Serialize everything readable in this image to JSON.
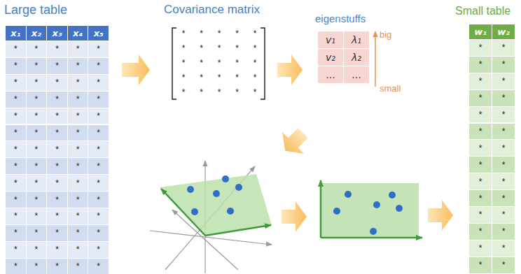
{
  "diagram": {
    "nodes": [
      {
        "text": [
          "Large table"
        ]
      },
      {
        "text": [
          "Covariance matrix"
        ]
      },
      {
        "text": [
          "eigenstuffs"
        ]
      },
      {
        "text": [
          "Small table"
        ]
      }
    ],
    "edges": [
      {
        "from": 0,
        "to": 1,
        "arrow": "to"
      },
      {
        "from": 1,
        "to": 2,
        "arrow": "to"
      }
    ],
    "labels": [
      "x₁",
      "x₂",
      "x₃",
      "x₄",
      "x₅",
      "*",
      "*",
      "*",
      "*",
      "*",
      "*",
      "*",
      "*",
      "*",
      "*",
      "*",
      "*",
      "*",
      "*",
      "*",
      "*",
      "*",
      "*",
      "*",
      "*",
      "*",
      "*",
      "*",
      "*",
      "*",
      "*",
      "*",
      "*",
      "*",
      "*",
      "*",
      "*",
      "*",
      "*",
      "*",
      "*",
      "*",
      "*",
      "*",
      "*",
      "*",
      "*",
      "*",
      "*",
      "*",
      "*",
      "*",
      "*",
      "*",
      "*",
      "*",
      "*",
      "*",
      "*",
      "*",
      "*",
      "*",
      "*",
      "*",
      "*",
      "*",
      "*",
      "*",
      "*",
      "*",
      "*",
      "*",
      "*",
      "*",
      "*",
      "*",
      "*",
      "*",
      "*",
      "*",
      "*",
      "*",
      "*",
      "*",
      "*",
      "*",
      "*",
      "*",
      "*",
      "*",
      "*",
      "*",
      "*",
      "*",
      "*",
      "*",
      "*",
      "*",
      "*",
      "*",
      "v₁",
      "λ₁",
      "v₂",
      "λ₂",
      "...",
      "...",
      "big",
      "small",
      "w₁",
      "w₂",
      "*",
      "*",
      "*",
      "*",
      "*",
      "*",
      "*",
      "*",
      "*",
      "*",
      "*",
      "*",
      "*",
      "*",
      "*",
      "*",
      "*",
      "*",
      "*",
      "*",
      "*",
      "*",
      "*",
      "*",
      "*",
      "*",
      "*",
      "*"
    ]
  }
}
